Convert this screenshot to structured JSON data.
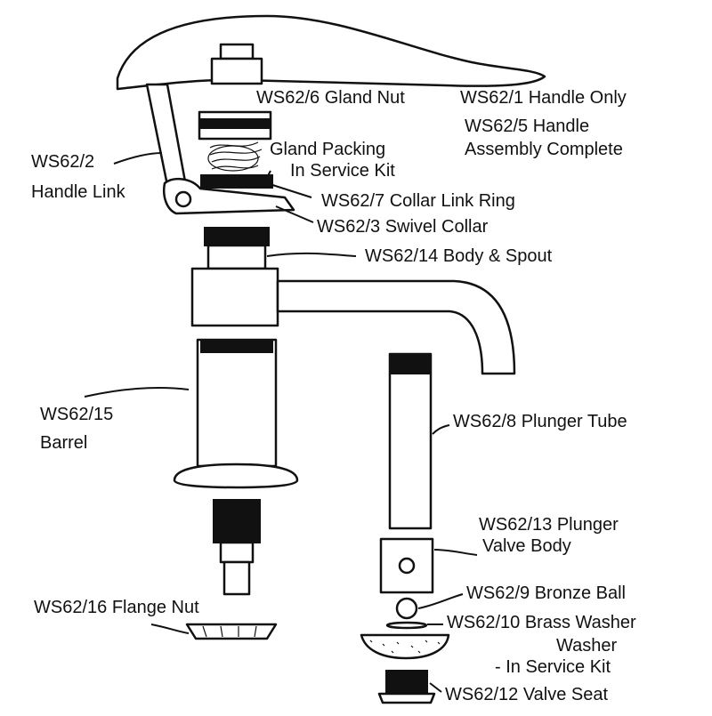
{
  "labels": {
    "gland_nut": "WS62/6 Gland Nut",
    "handle_only": "WS62/1 Handle Only",
    "handle_assembly_1": "WS62/5 Handle",
    "handle_assembly_2": "Assembly Complete",
    "handle_link_1": "WS62/2",
    "handle_link_2": "Handle Link",
    "gland_packing_1": "Gland Packing",
    "gland_packing_2": "In Service Kit",
    "collar_link_ring": "WS62/7 Collar Link Ring",
    "swivel_collar": "WS62/3 Swivel Collar",
    "body_spout": "WS62/14 Body & Spout",
    "barrel_1": "WS62/15",
    "barrel_2": "Barrel",
    "plunger_tube": "WS62/8 Plunger Tube",
    "plunger_valve_1": "WS62/13 Plunger",
    "plunger_valve_2": "Valve Body",
    "bronze_ball": "WS62/9 Bronze Ball",
    "flange_nut": "WS62/16 Flange Nut",
    "brass_washer": "WS62/10 Brass Washer",
    "washer_kit_1": "Washer",
    "washer_kit_2": "- In Service Kit",
    "valve_seat": "WS62/12 Valve Seat"
  }
}
